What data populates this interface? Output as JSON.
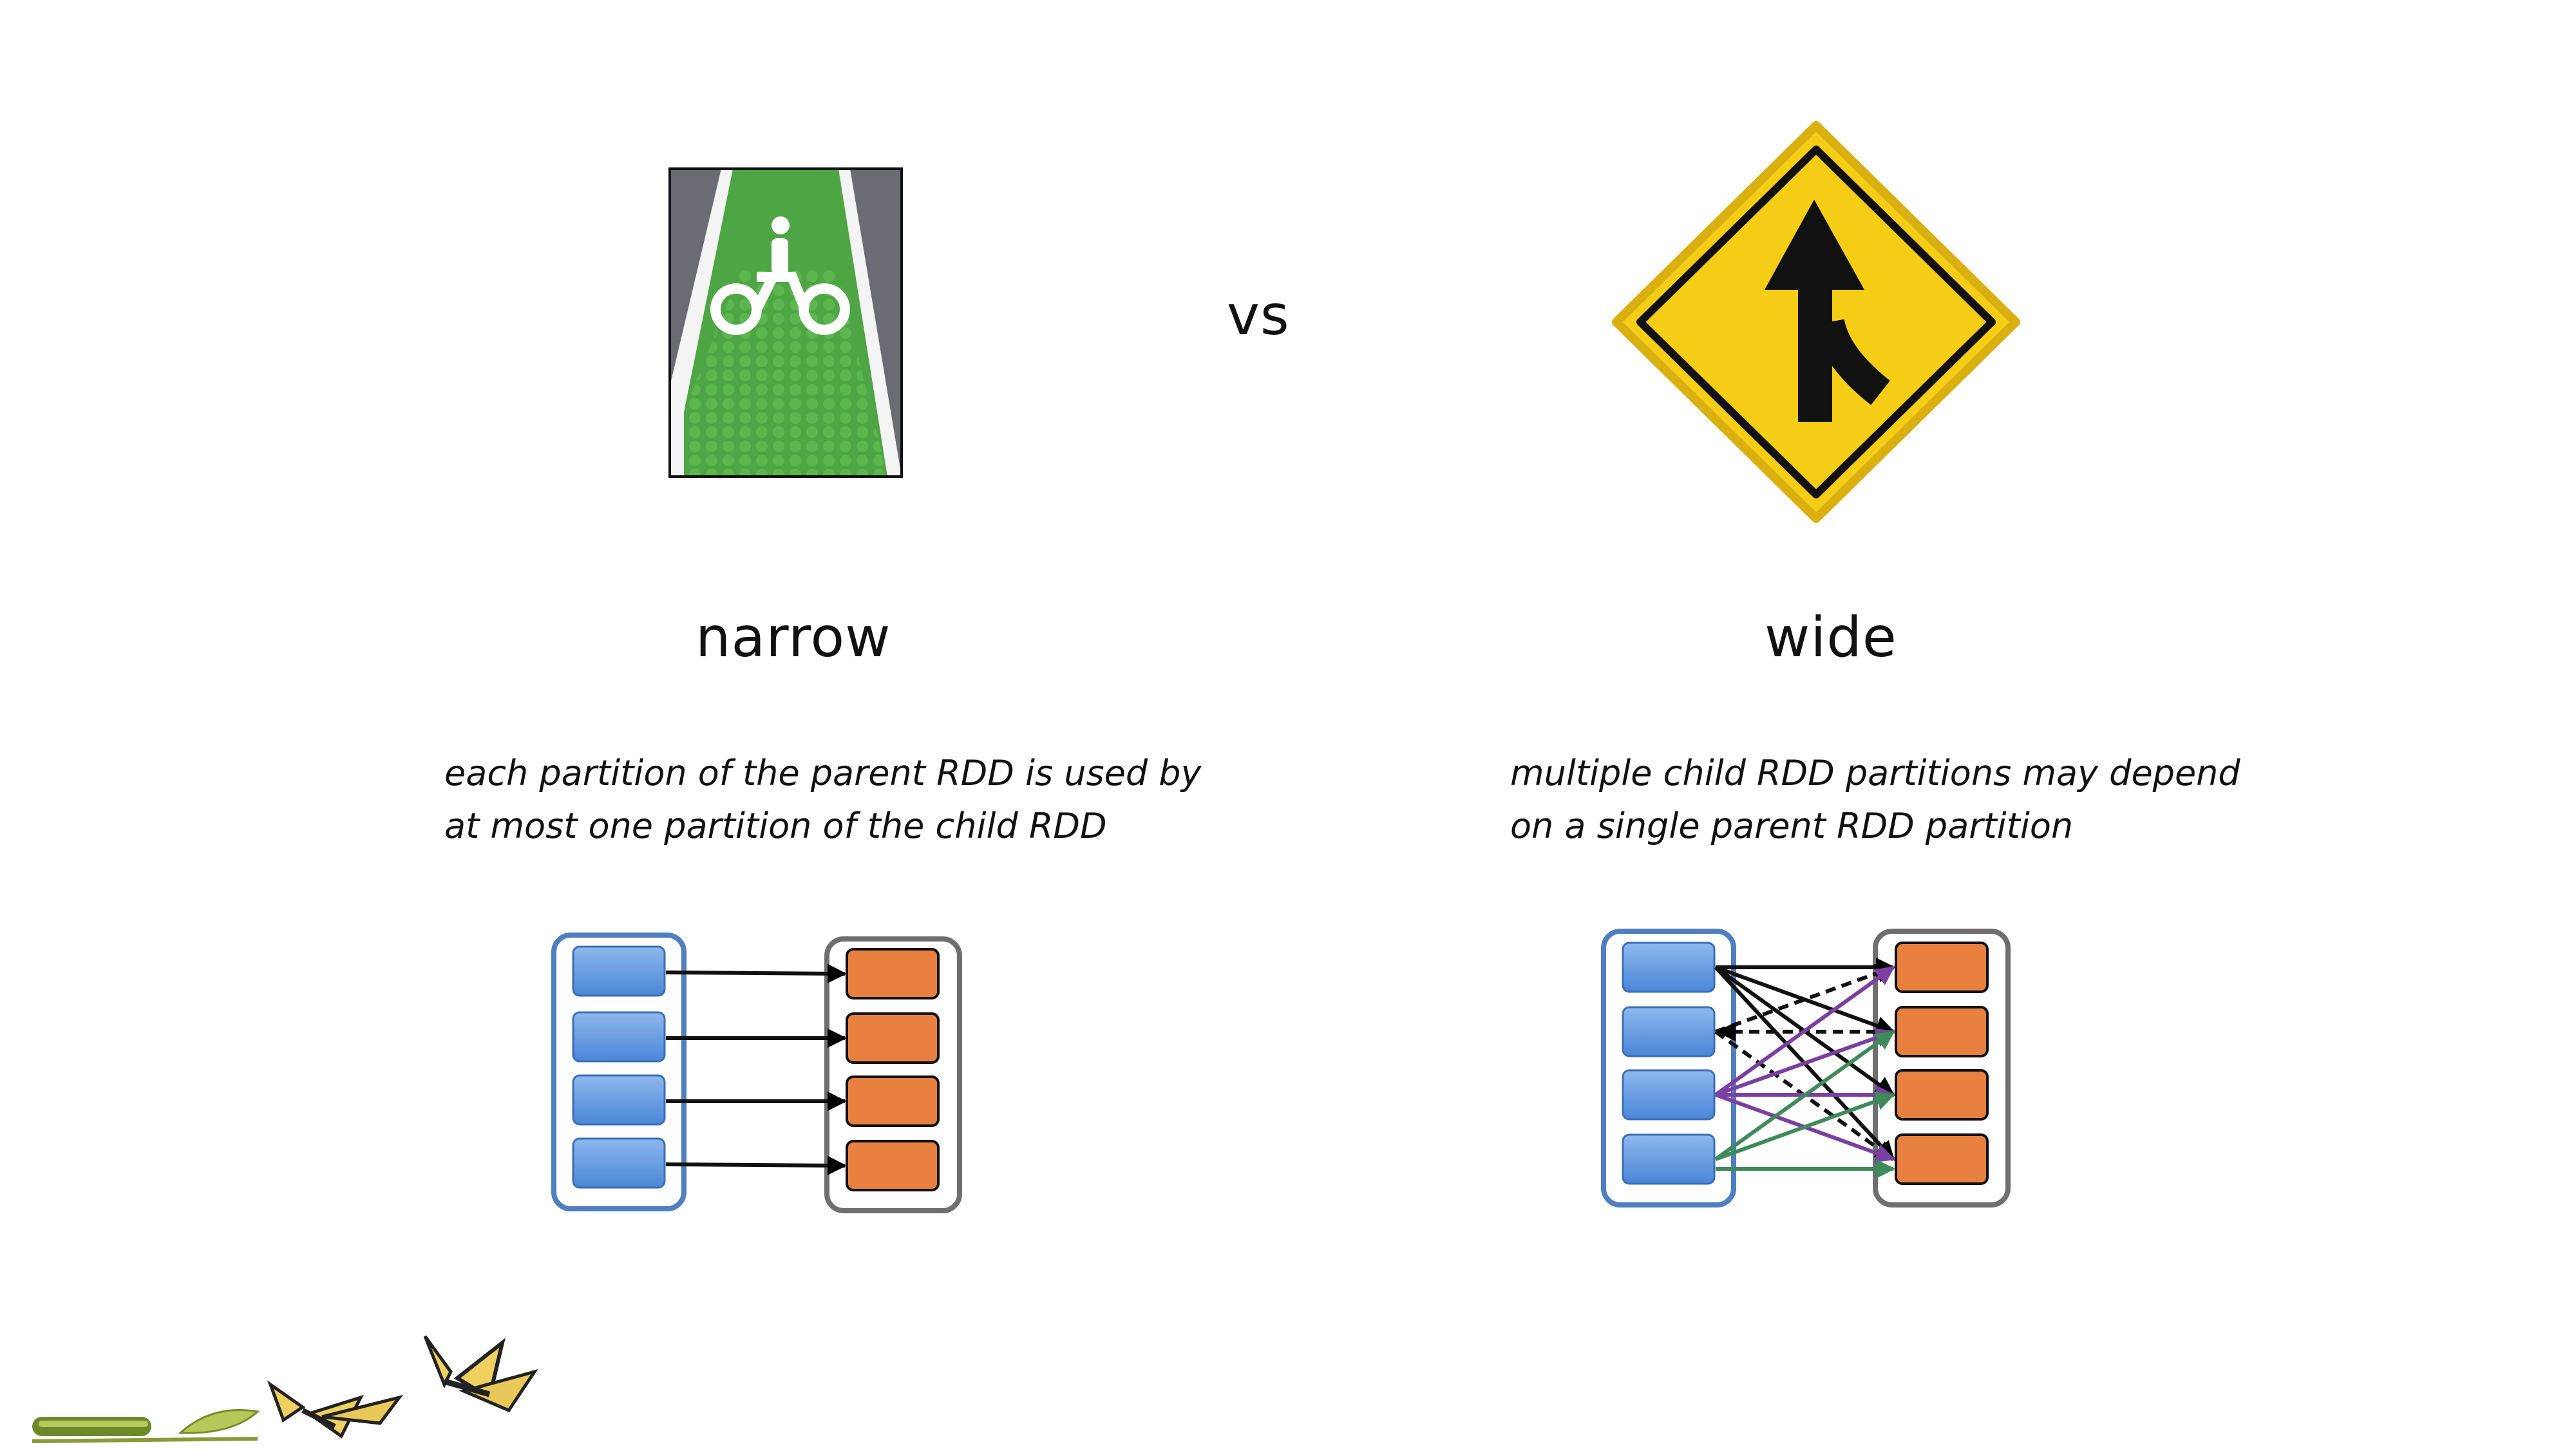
{
  "vs_label": "vs",
  "narrow": {
    "title": "narrow",
    "description_lines": [
      "each partition of the parent RDD is used by",
      "at most one partition of the child RDD"
    ],
    "image": "bike-lane-photo"
  },
  "wide": {
    "title": "wide",
    "description_lines": [
      "multiple child RDD partitions may depend",
      "on a single parent RDD partition"
    ],
    "image": "merge-traffic-sign"
  },
  "colors": {
    "parent_partition": "#5b93dd",
    "parent_border": "#4f7fbf",
    "child_partition": "#e88140",
    "child_border": "#6f6f6f",
    "sign_yellow": "#f5cd16",
    "lane_green": "#4ea544",
    "arrow_purple": "#7a3fa0",
    "arrow_green": "#3f8a5a"
  },
  "footer_image": "caterpillar-to-butterfly-lifecycle"
}
